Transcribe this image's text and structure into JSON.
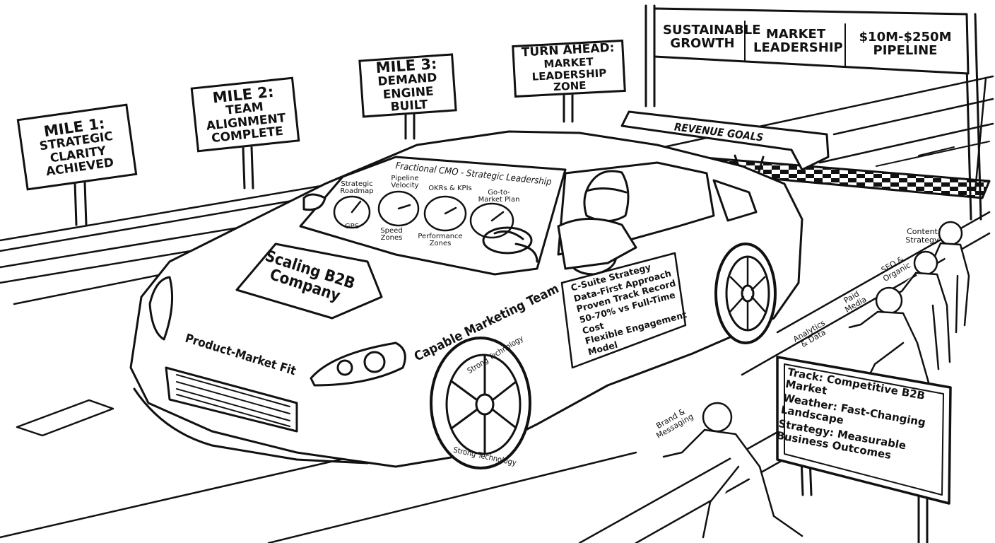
{
  "milestones": [
    {
      "heading": "MILE 1:",
      "text": "STRATEGIC CLARITY ACHIEVED"
    },
    {
      "heading": "MILE 2:",
      "text": "TEAM ALIGNMENT COMPLETE"
    },
    {
      "heading": "MILE 3:",
      "text": "DEMAND ENGINE BUILT"
    },
    {
      "heading": "TURN AHEAD:",
      "text": "MARKET LEADERSHIP ZONE"
    }
  ],
  "finish_banner": [
    "SUSTAINABLE GROWTH",
    "MARKET LEADERSHIP",
    "$10M-$250M PIPELINE"
  ],
  "spoiler_label": "REVENUE GOALS",
  "windshield_label": "Fractional CMO - Strategic Leadership",
  "gauges": [
    {
      "top": "Strategic Roadmap",
      "bottom": "GPS"
    },
    {
      "top": "Pipeline Velocity",
      "bottom": "Speed Zones"
    },
    {
      "top": "OKRs & KPIs",
      "bottom": "Performance Zones"
    },
    {
      "top": "Go-to-Market Plan",
      "bottom": ""
    }
  ],
  "hood_label": "Scaling B2B Company",
  "bumper_label": "Product-Market Fit",
  "side_label": "Capable Marketing Team",
  "door_points": [
    "C-Suite Strategy",
    "Data-First Approach",
    "Proven Track Record",
    "50-70% vs Full-Time Cost",
    "Flexible Engagement Model"
  ],
  "tire_label": "Strong Technology",
  "crew_roles": [
    "Content Strategy",
    "SEO & Organic",
    "Paid Media",
    "Analytics & Data",
    "Brand & Messaging"
  ],
  "conditions": [
    {
      "label": "Track:",
      "value": "Competitive B2B Market"
    },
    {
      "label": "Weather:",
      "value": "Fast-Changing Landscape"
    },
    {
      "label": "Strategy:",
      "value": "Measurable Business Outcomes"
    }
  ]
}
